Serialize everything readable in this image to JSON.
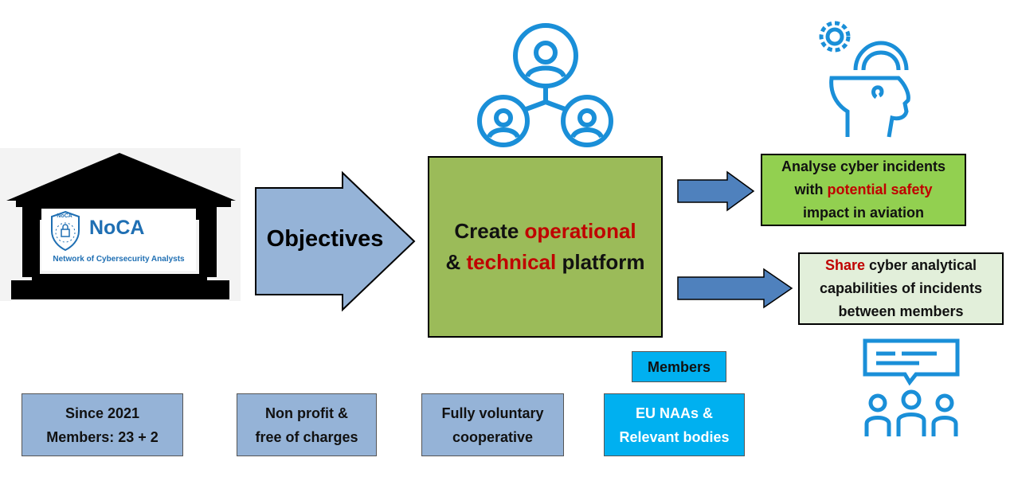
{
  "logo": {
    "shield_text": "NoCA",
    "title": "NoCA",
    "subtitle": "Network of Cybersecurity Analysts"
  },
  "arrow_label": "Objectives",
  "platform": {
    "line1_prefix": "Create ",
    "line1_highlight": "operational",
    "line2_prefix": "& ",
    "line2_highlight": "technical",
    "line2_suffix": " platform"
  },
  "analyse": {
    "line1": "Analyse cyber incidents",
    "line2_prefix": "with ",
    "line2_highlight": "potential safety",
    "line3": "impact in aviation"
  },
  "share": {
    "line1_highlight": "Share",
    "line1_suffix": " cyber analytical",
    "line2": "capabilities of incidents",
    "line3": "between members"
  },
  "info": {
    "since_line1": "Since 2021",
    "since_line2": "Members: 23 + 2",
    "nonprofit_line1": "Non profit &",
    "nonprofit_line2": "free of charges",
    "voluntary_line1": "Fully voluntary",
    "voluntary_line2": "cooperative",
    "members_label": "Members",
    "eu_line1": "EU NAAs &",
    "eu_line2": "Relevant bodies"
  },
  "colors": {
    "icon_blue": "#1a8fd8",
    "box_green": "#9bbb59",
    "analyse_green": "#92d050",
    "share_light_green": "#e2efda",
    "info_blue": "#95b3d7",
    "cyan": "#00b0f0",
    "highlight_red": "#c00000",
    "arrow_blue": "#4f81bd"
  },
  "icons": [
    "network-people-icon",
    "head-gears-icon",
    "chat-people-icon",
    "building-icon",
    "shield-icon"
  ]
}
